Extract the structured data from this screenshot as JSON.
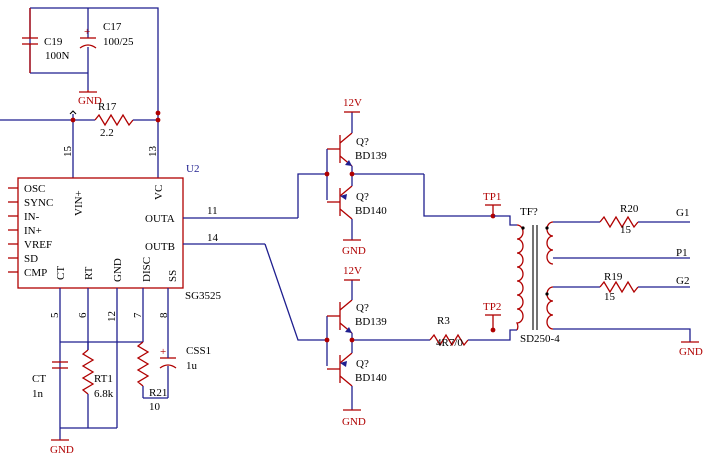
{
  "colors": {
    "wire": "#1f1f8f",
    "component": "#b00000",
    "text": "#000000"
  },
  "ic": {
    "ref": "U2",
    "part": "SG3525",
    "left_pins": [
      "OSC",
      "SYNC",
      "IN-",
      "IN+",
      "VREF",
      "SD",
      "CMP"
    ],
    "top_pins": [
      "VIN+",
      "VC"
    ],
    "right_pins": [
      "OUTA",
      "OUTB"
    ],
    "bottom_pins": [
      "CT",
      "RT",
      "GND",
      "DISC",
      "SS"
    ],
    "pin_numbers": {
      "vin": "15",
      "vc": "13",
      "outa": "11",
      "outb": "14",
      "ct": "5",
      "rt": "6",
      "gnd": "12",
      "disc": "7",
      "ss": "8"
    }
  },
  "components": {
    "c19": {
      "ref": "C19",
      "value": "100N"
    },
    "c17": {
      "ref": "C17",
      "value": "100/25",
      "polarity": "+"
    },
    "r17": {
      "ref": "R17",
      "value": "2.2"
    },
    "ct": {
      "ref": "CT",
      "value": "1n"
    },
    "rt1": {
      "ref": "RT1",
      "value": "6.8k"
    },
    "r21": {
      "ref": "R21",
      "value": "10"
    },
    "css1": {
      "ref": "CSS1",
      "value": "1u",
      "polarity": "+"
    },
    "r3": {
      "ref": "R3",
      "value": "4R7/0"
    },
    "r20": {
      "ref": "R20",
      "value": "15"
    },
    "r19": {
      "ref": "R19",
      "value": "15"
    },
    "tf": {
      "ref": "TF?",
      "value": "SD250-4"
    },
    "tp1": {
      "ref": "TP1"
    },
    "tp2": {
      "ref": "TP2"
    }
  },
  "transistors": {
    "upper_npn": {
      "ref": "Q?",
      "part": "BD139"
    },
    "upper_pnp": {
      "ref": "Q?",
      "part": "BD140"
    },
    "lower_npn": {
      "ref": "Q?",
      "part": "BD139"
    },
    "lower_pnp": {
      "ref": "Q?",
      "part": "BD140"
    }
  },
  "power": {
    "vcc": "12V",
    "gnd": "GND"
  },
  "ports": {
    "g1": "G1",
    "p1": "P1",
    "g2": "G2"
  }
}
